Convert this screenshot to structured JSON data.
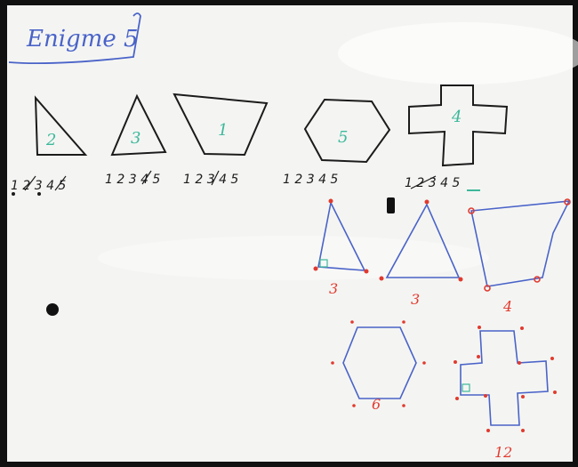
{
  "title": "Enigme 5",
  "colors": {
    "board": "#f4f5f3",
    "frame": "#111111",
    "black_marker": "#1b1b1b",
    "green_marker": "#3db89a",
    "blue_marker": "#4a63c8",
    "red_marker": "#e23a2e"
  },
  "top_shapes": [
    {
      "name": "right-triangle",
      "digit": "2",
      "choices": "1 2 3 4 5"
    },
    {
      "name": "triangle",
      "digit": "3",
      "choices": "1 2 3 4 5"
    },
    {
      "name": "trapezoid",
      "digit": "1",
      "choices": "1 2 3 4 5"
    },
    {
      "name": "hexagon",
      "digit": "5",
      "choices": "1 2 3 4 5"
    },
    {
      "name": "cross",
      "digit": "4",
      "choices": "1 2 3 4 5"
    }
  ],
  "bottom_counts": [
    {
      "name": "right-triangle",
      "count": "3"
    },
    {
      "name": "triangle",
      "count": "3"
    },
    {
      "name": "quadrilateral",
      "count": "4"
    },
    {
      "name": "hexagon",
      "count": "6"
    },
    {
      "name": "cross",
      "count": "12"
    }
  ]
}
